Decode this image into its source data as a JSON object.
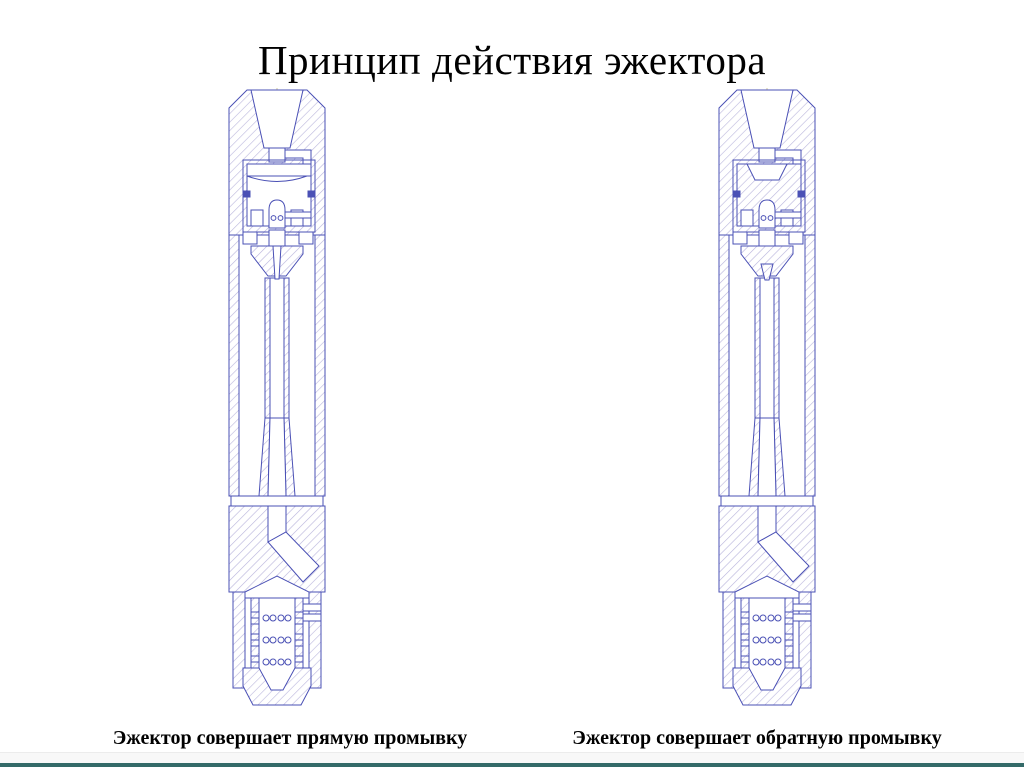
{
  "title": "Принцип действия эжектора",
  "captions": {
    "left": "Эжектор совершает прямую промывку",
    "right": "Эжектор совершает обратную промывку"
  },
  "diagrams": {
    "left": {
      "name": "ejector-direct-flush-drawing",
      "mode": "direct"
    },
    "right": {
      "name": "ejector-reverse-flush-drawing",
      "mode": "reverse"
    }
  },
  "colors": {
    "outline_blue": "#4a50b5",
    "hatch_violet": "#b9b5dc",
    "centerline_olive": "#d2cb9c",
    "footer_bar_teal": "#336a68",
    "footer_strip": "#f8f8f8",
    "background": "#ffffff",
    "title_color": "#000000"
  }
}
